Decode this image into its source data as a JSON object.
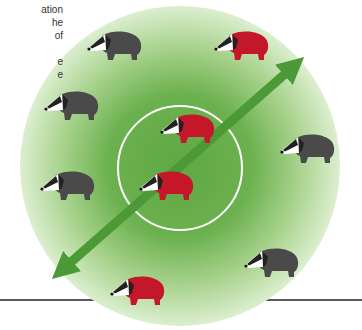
{
  "diagram": {
    "labels": [
      "ation",
      "he",
      "of",
      "e",
      "e"
    ]
  }
}
